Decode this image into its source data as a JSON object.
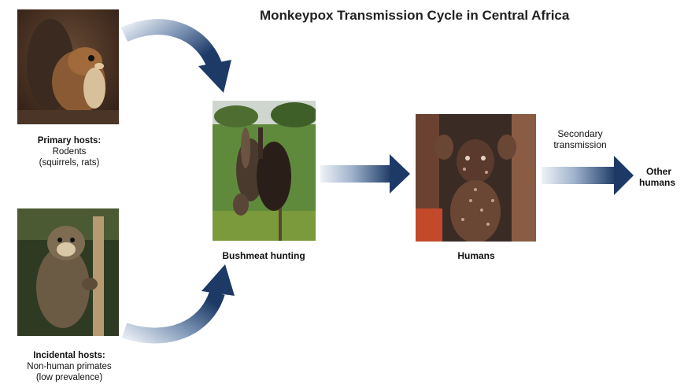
{
  "title": "Monkeypox Transmission Cycle in Central Africa",
  "nodes": {
    "primary": {
      "heading": "Primary hosts",
      "line1": "Rodents",
      "line2": "(squirrels, rats)",
      "image_subject": "squirrel"
    },
    "incidental": {
      "heading": "Incidental hosts",
      "line1": "Non-human primates",
      "line2": "(low prevalence)",
      "image_subject": "monkey"
    },
    "bushmeat": {
      "label": "Bushmeat hunting",
      "image_subject": "hanging-monkeys"
    },
    "humans": {
      "label": "Humans",
      "image_subject": "child-with-rash"
    },
    "other": {
      "line1": "Other",
      "line2": "humans"
    }
  },
  "secondary_label": {
    "line1": "Secondary",
    "line2": "transmission"
  },
  "colors": {
    "arrow_dark": "#1d3a66",
    "arrow_light": "#d7dfea",
    "title": "#222222"
  }
}
